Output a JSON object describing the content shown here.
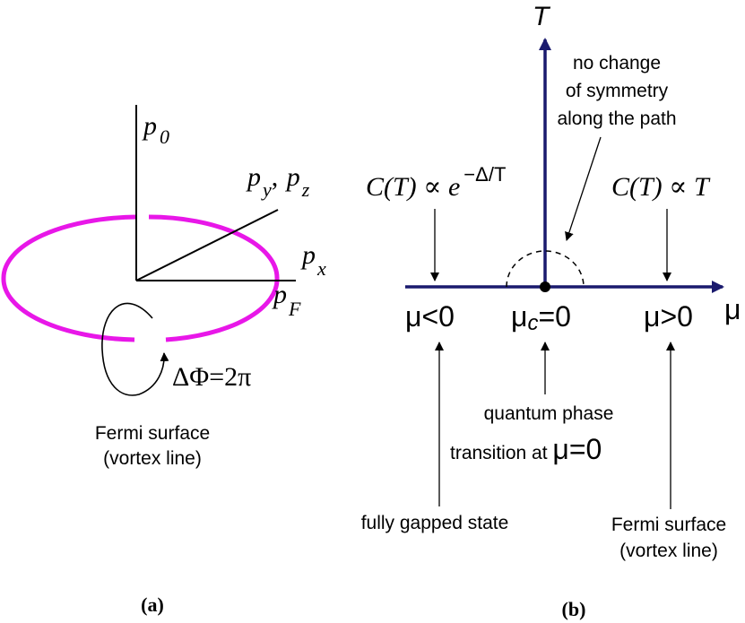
{
  "panel_a": {
    "axis_p0": {
      "base": "p",
      "sub": "0"
    },
    "axis_pyz": {
      "base1": "p",
      "sub1": "y",
      "sep": ", ",
      "base2": "p",
      "sub2": "z"
    },
    "axis_px": {
      "base": "p",
      "sub": "x"
    },
    "label_pF": {
      "base": "p",
      "sub": "F"
    },
    "winding": "ΔΦ=2π",
    "caption_line1": "Fermi surface",
    "caption_line2": "(vortex line)",
    "panel_label": "(a)",
    "colors": {
      "ring": "#e817e8",
      "lines": "#000000"
    }
  },
  "panel_b": {
    "axis_T": "T",
    "axis_mu": "μ",
    "note_line1": "no change",
    "note_line2": "of symmetry",
    "note_line3": "along the path",
    "heat_left_prefix": "C(T) ∝ e",
    "heat_left_exp": "−Δ/T",
    "heat_right": "C(T) ∝ T",
    "mu_neg": "μ<0",
    "mu_c_base": "μ",
    "mu_c_sub": "c",
    "mu_c_rest": "=0",
    "mu_pos": "μ>0",
    "qpt_line1": "quantum phase",
    "qpt_line2_prefix": "transition at ",
    "qpt_line2_mu": "μ=0",
    "left_state": "fully gapped state",
    "right_state_line1": "Fermi surface",
    "right_state_line2": "(vortex line)",
    "panel_label": "(b)",
    "colors": {
      "axes": "#1a1a6e",
      "arrows": "#000000"
    }
  }
}
